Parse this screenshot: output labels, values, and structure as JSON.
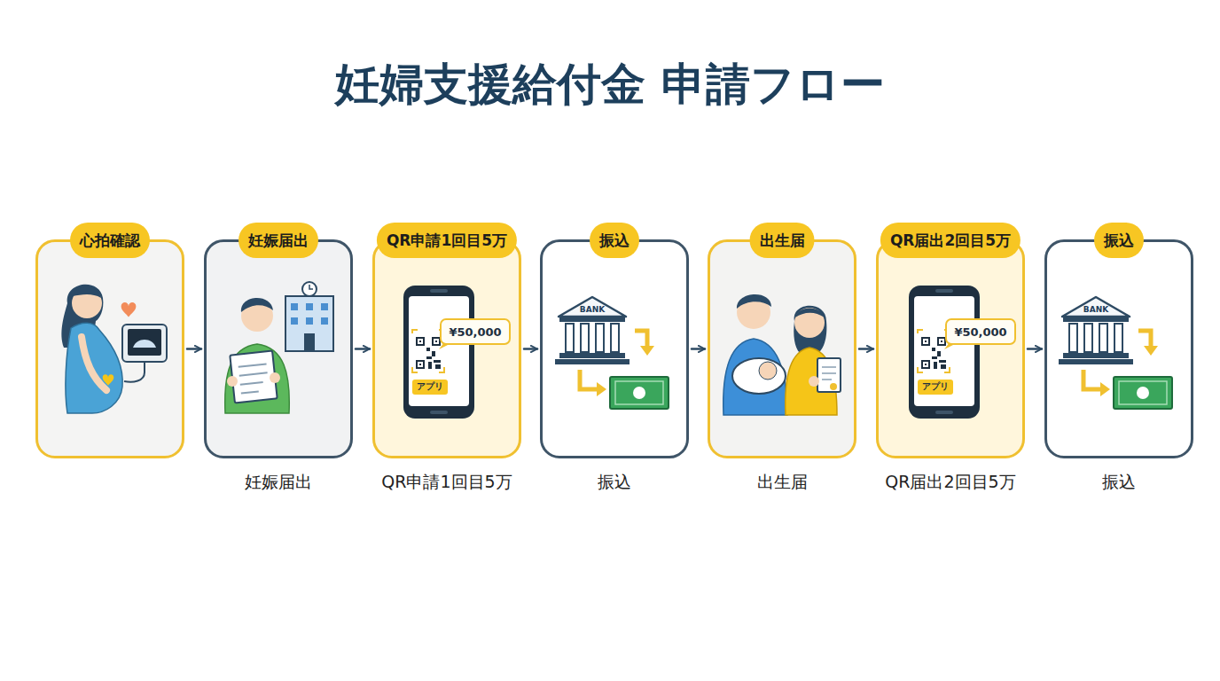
{
  "diagram": {
    "title": "妊婦支援給付金 申請フロー",
    "nodes": [
      {
        "text": [
          "心拍確認"
        ]
      },
      {
        "text": [
          "妊娠届出",
          "妊娠届出"
        ]
      },
      {
        "text": [
          "QR申請1回目5万",
          "QR申請1回目5万"
        ]
      },
      {
        "text": [
          "振込",
          "振込"
        ]
      },
      {
        "text": [
          "出生届",
          "出生届"
        ]
      },
      {
        "text": [
          "QR届出2回目5万",
          "QR届出2回目5万"
        ]
      },
      {
        "text": [
          "振込",
          "振込"
        ]
      }
    ],
    "edges": [
      {
        "from": 0,
        "to": 1,
        "arrow": "to"
      },
      {
        "from": 1,
        "to": 2,
        "arrow": "to"
      },
      {
        "from": 2,
        "to": 3,
        "arrow": "to"
      },
      {
        "from": 3,
        "to": 4,
        "arrow": "to"
      },
      {
        "from": 4,
        "to": 5,
        "arrow": "to"
      },
      {
        "from": 5,
        "to": 6,
        "arrow": "to"
      }
    ],
    "labels": [
      "¥50,000",
      "アプリ",
      "BANK",
      "¥50,000",
      "アプリ",
      "BANK"
    ]
  }
}
